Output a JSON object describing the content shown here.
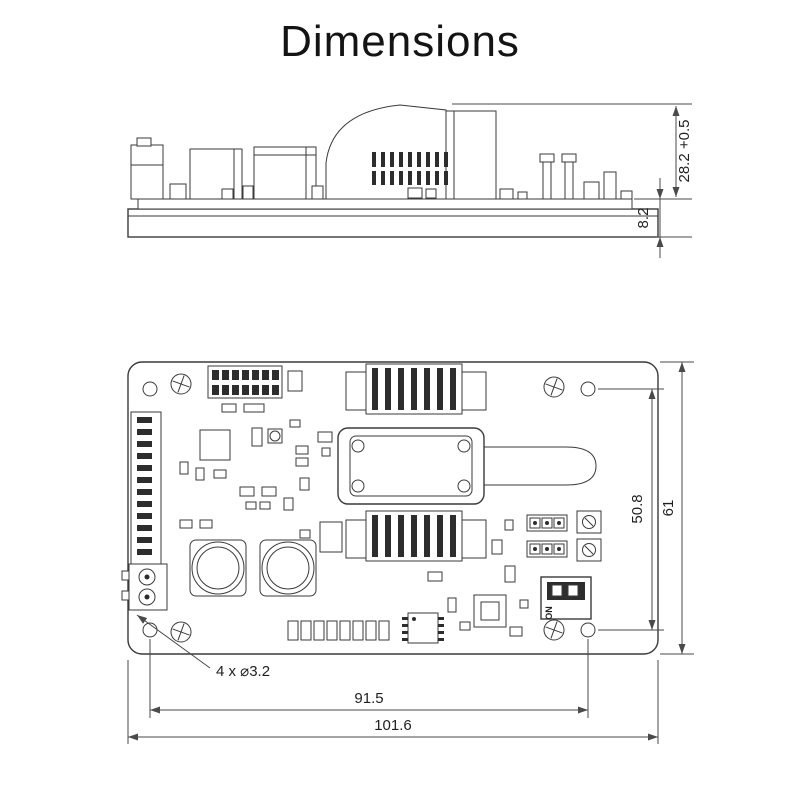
{
  "title": "Dimensions",
  "colors": {
    "ink": "#3a3a3a"
  },
  "side_view": {
    "dim_overall_height": "28.2 +0.5",
    "dim_base_height": "8.2"
  },
  "top_view": {
    "dim_hole_pitch_vertical": "50.8",
    "dim_board_height": "61",
    "dim_hole_pitch_horizontal": "91.5",
    "dim_board_width": "101.6",
    "note_mounting_holes": "4 x ⌀3.2",
    "dip_switch_label": "ON"
  }
}
